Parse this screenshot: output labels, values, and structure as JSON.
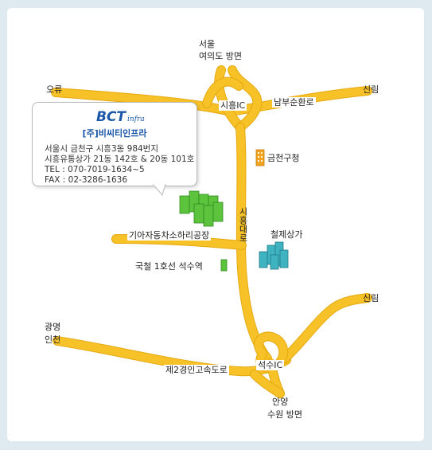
{
  "labels": {
    "seoul": "서울",
    "yeouido": "여의도  방면",
    "oryu": "오류",
    "sillim_top": "신림",
    "siheung_ic": "시흥IC",
    "nambu_ring": "남부순환로",
    "geumcheon_office": "금천구청",
    "siheung_daero": "시흥대로",
    "kia_factory": "기아자동차소하리공장",
    "steel_mall": "철제상가",
    "line1_station": "국철  1호선  석수역",
    "sillim_right": "신림",
    "gwangmyeong": "광명",
    "incheon": "인천",
    "expressway2": "제2경인고속도로",
    "seoksu_ic": "석수IC",
    "anyang": "안양",
    "suwon": "수원  방면"
  },
  "company": {
    "logo_text": "BCT",
    "logo_sub": "infra",
    "name": "[주]비씨티인프라",
    "address1": "서울시  금천구  시흥3동  984번지",
    "address2": "시흥유통상가 21동 142호 & 20동 101호",
    "tel": "TEL  :  070-7019-1634~5",
    "fax": "FAX  :  02-3286-1636"
  },
  "colors": {
    "road": "#f7c128",
    "company_name": "#1a57a8",
    "building_green": "#5cc43c",
    "building_teal": "#3fb3c0",
    "building_orange": "#f2a31f"
  }
}
